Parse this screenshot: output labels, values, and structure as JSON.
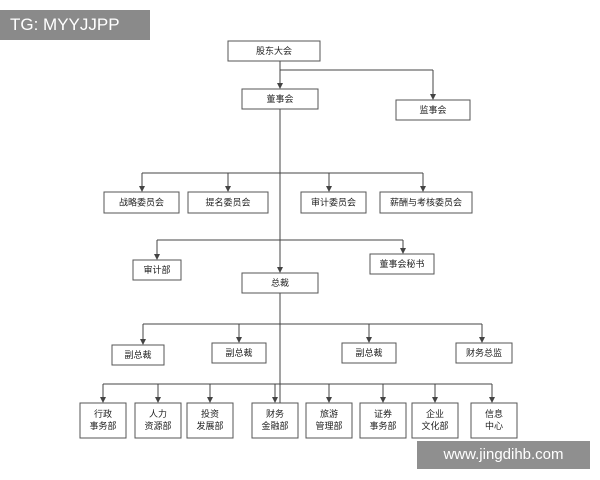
{
  "watermark_top": "TG: MYYJJPP",
  "watermark_bottom": "www.jingdihb.com",
  "nodes": {
    "shareholders": "股东大会",
    "board": "董事会",
    "supervisory": "监事会",
    "strategy": "战略委员会",
    "nomination": "提名委员会",
    "audit_committee": "审计委员会",
    "compensation": "薪酬与考核委员会",
    "audit_dept": "审计部",
    "board_secretary": "董事会秘书",
    "ceo": "总裁",
    "vp1": "副总裁",
    "vp2": "副总裁",
    "vp3": "副总裁",
    "cfo": "财务总监",
    "admin": [
      "行政",
      "事务部"
    ],
    "hr": [
      "人力",
      "资源部"
    ],
    "investment": [
      "投资",
      "发展部"
    ],
    "finance": [
      "财务",
      "金融部"
    ],
    "tourism": [
      "旅游",
      "管理部"
    ],
    "securities": [
      "证券",
      "事务部"
    ],
    "culture": [
      "企业",
      "文化部"
    ],
    "info": [
      "信息",
      "中心"
    ]
  },
  "colors": {
    "line": "#444444",
    "border": "#555555",
    "text": "#222222",
    "watermark_bg": "#8a8a8a"
  }
}
